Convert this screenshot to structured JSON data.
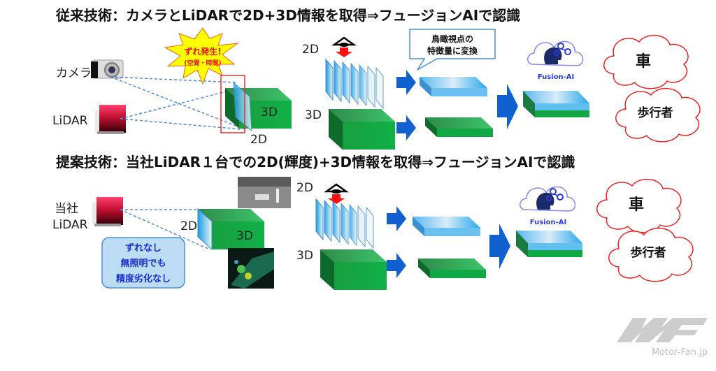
{
  "section1": {
    "title": "従来技術：カメラとLiDARで2D+3D情報を取得⇒フュージョンAIで認識",
    "camera_label": "カメラ",
    "lidar_label": "LiDAR",
    "burst_line1": "ずれ発生!",
    "burst_line2": "(空間・時間)",
    "box_3d": "3D",
    "box_2d": "2D",
    "label_2d": "2D",
    "label_3d": "3D",
    "callout_line1": "鳥瞰視点の",
    "callout_line2": "特徴量に変換",
    "fusion_label": "Fusion-AI",
    "result_car": "車",
    "result_pedestrian": "歩行者"
  },
  "section2": {
    "title": "提案技術：当社LiDAR１台での2D(輝度)+3D情報を取得⇒フュージョンAIで認識",
    "lidar_line1": "当社",
    "lidar_line2": "LiDAR",
    "box_2d": "2D",
    "box_3d": "3D",
    "label_2d": "2D",
    "label_3d": "3D",
    "note_line1": "ずれなし",
    "note_line2": "無照明でも",
    "note_line3": "精度劣化なし",
    "fusion_label": "Fusion-AI",
    "result_car": "車",
    "result_pedestrian": "歩行者"
  },
  "watermark": "Motor-Fan.jp",
  "colors": {
    "green": "#1fa84a",
    "blue_arrow": "#1060d0",
    "red": "#e83030",
    "yellow": "#ffff00"
  }
}
